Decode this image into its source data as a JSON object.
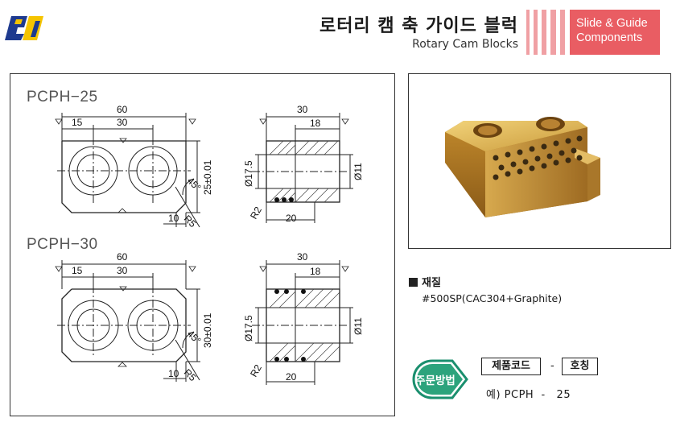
{
  "header": {
    "title_ko": "로터리 캠 축 가이드 블럭",
    "title_en": "Rotary Cam Blocks",
    "badge_line1": "Slide & Guide",
    "badge_line2": "Components",
    "brand_color": "#e95d63",
    "logo_colors": [
      "#1e3a8f",
      "#f5c400"
    ]
  },
  "drawing": {
    "models": [
      {
        "name": "PCPH−25",
        "dims": {
          "length": "60",
          "side": "15",
          "pitch": "30",
          "height": "25±0.01",
          "chamfer_angle": "45°",
          "edge": "10",
          "radius": "R5",
          "side_length": "30",
          "counterbore_depth": "18",
          "bore_dia": "Ø17.5",
          "hole_dia": "Ø11",
          "corner": "R2",
          "depth": "20"
        }
      },
      {
        "name": "PCPH−30",
        "dims": {
          "length": "60",
          "side": "15",
          "pitch": "30",
          "height": "30±0.01",
          "chamfer_angle": "45°",
          "edge": "10",
          "radius": "R5",
          "side_length": "30",
          "counterbore_depth": "18",
          "bore_dia": "Ø17.5",
          "hole_dia": "Ø11",
          "corner": "R2",
          "depth": "20"
        }
      }
    ]
  },
  "photo": {
    "icon": "brass-block-photo"
  },
  "material": {
    "heading": "재질",
    "value": "#500SP(CAC304+Graphite)"
  },
  "order": {
    "button_label": "주문방법",
    "code_label": "제품코드",
    "separator": "-",
    "name_label": "호칭",
    "example": "예) PCPH  -   25"
  }
}
